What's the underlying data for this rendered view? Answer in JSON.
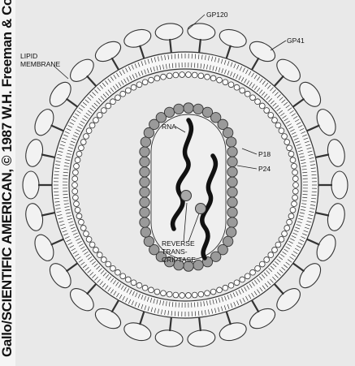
{
  "credit": "Gallo/SCIENTIFIC AMERICAN, © 1987 W.H. Freeman & Co.",
  "labels": {
    "gp120": "GP120",
    "gp41": "GP41",
    "lipid_line1": "LIPID",
    "lipid_line2": "MEMBRANE",
    "rna": "RNA",
    "p18": "P18",
    "p24": "P24",
    "rt_line1": "REVERSE",
    "rt_line2": "TRANS-",
    "rt_line3": "CRIPTASE"
  },
  "colors": {
    "background": "#e9e9e9",
    "outline": "#333333",
    "capsid_bead": "#9a9a9a",
    "matrix_bead": "#ffffff",
    "rna": "#111111"
  }
}
